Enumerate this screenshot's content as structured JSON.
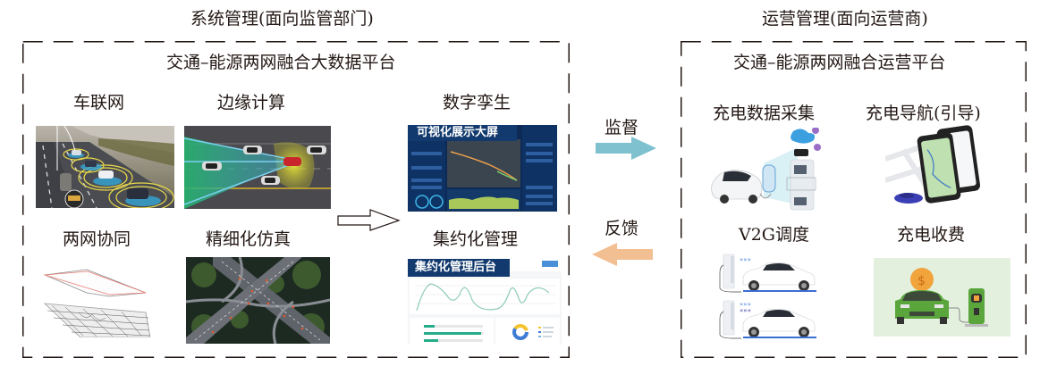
{
  "system_section": {
    "heading": "系统管理(面向监管部门)",
    "platform_title": "交通–能源两网融合大数据平台",
    "modules": [
      {
        "id": "vehicle-network",
        "label": "车联网"
      },
      {
        "id": "edge-computing",
        "label": "边缘计算"
      },
      {
        "id": "digital-twin",
        "label": "数字孪生",
        "image_banner": "可视化展示大屏"
      },
      {
        "id": "two-network-collab",
        "label": "两网协同"
      },
      {
        "id": "fine-simulation",
        "label": "精细化仿真"
      },
      {
        "id": "intensive-management",
        "label": "集约化管理",
        "image_banner": "集约化管理后台"
      }
    ]
  },
  "operation_section": {
    "heading": "运营管理(面向运营商)",
    "platform_title": "交通–能源两网融合运营平台",
    "modules": [
      {
        "id": "charging-data-collection",
        "label": "充电数据采集"
      },
      {
        "id": "charging-navigation",
        "label": "充电导航(引导)"
      },
      {
        "id": "v2g-scheduling",
        "label": "V2G调度"
      },
      {
        "id": "charging-billing",
        "label": "充电收费"
      }
    ]
  },
  "flows": {
    "supervise": {
      "label": "监督",
      "direction": "right",
      "color": "#7fc1cf"
    },
    "feedback": {
      "label": "反馈",
      "direction": "left",
      "color": "#f2bf92"
    }
  },
  "colors": {
    "text": "#231815",
    "dash": "#231815",
    "banner_bg": "#123a6e",
    "billing_bg": "#e3f0de",
    "billing_car": "#5aa63c",
    "coin": "#f1a33c"
  }
}
